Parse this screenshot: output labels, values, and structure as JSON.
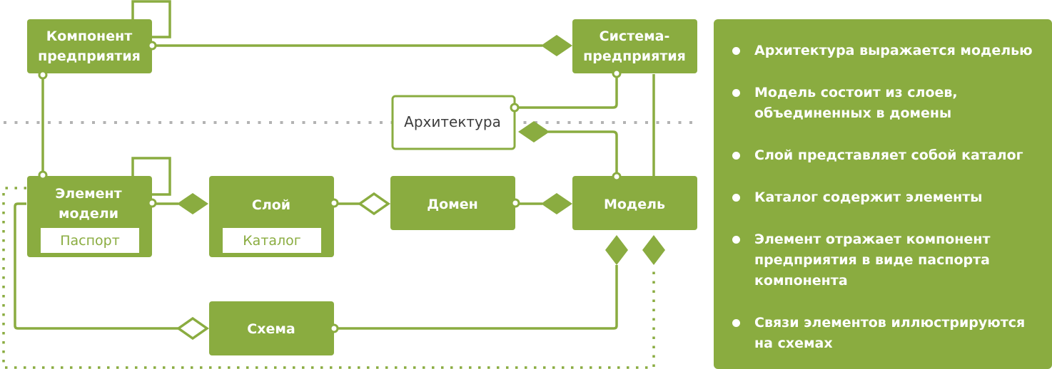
{
  "colors": {
    "accent": "#8aac40",
    "dotted_gray": "#b3b3b3",
    "text_dark": "#3d3d3d",
    "white": "#ffffff"
  },
  "diagram": {
    "nodes": {
      "enterprise_component": {
        "line1": "Компонент",
        "line2": "предприятия"
      },
      "enterprise_system": {
        "line1": "Система-",
        "line2": "предприятия"
      },
      "architecture": {
        "label": "Архитектура"
      },
      "model_element": {
        "line1": "Элемент",
        "line2": "модели",
        "sub": "Паспорт"
      },
      "layer": {
        "label": "Слой",
        "sub": "Каталог"
      },
      "domain": {
        "label": "Домен"
      },
      "model": {
        "label": "Модель"
      },
      "schema": {
        "label": "Схема"
      }
    }
  },
  "panel": {
    "items": [
      {
        "lines": [
          "Архитектура выражается моделью"
        ]
      },
      {
        "lines": [
          "Модель состоит из слоев,",
          "объединенных в домены"
        ]
      },
      {
        "lines": [
          "Слой представляет собой каталог"
        ]
      },
      {
        "lines": [
          "Каталог содержит элементы"
        ]
      },
      {
        "lines": [
          "Элемент отражает компонент",
          "предприятия в виде паспорта",
          "компонента"
        ]
      },
      {
        "lines": [
          "Связи элементов иллюстрируются",
          "на схемах"
        ]
      }
    ]
  }
}
